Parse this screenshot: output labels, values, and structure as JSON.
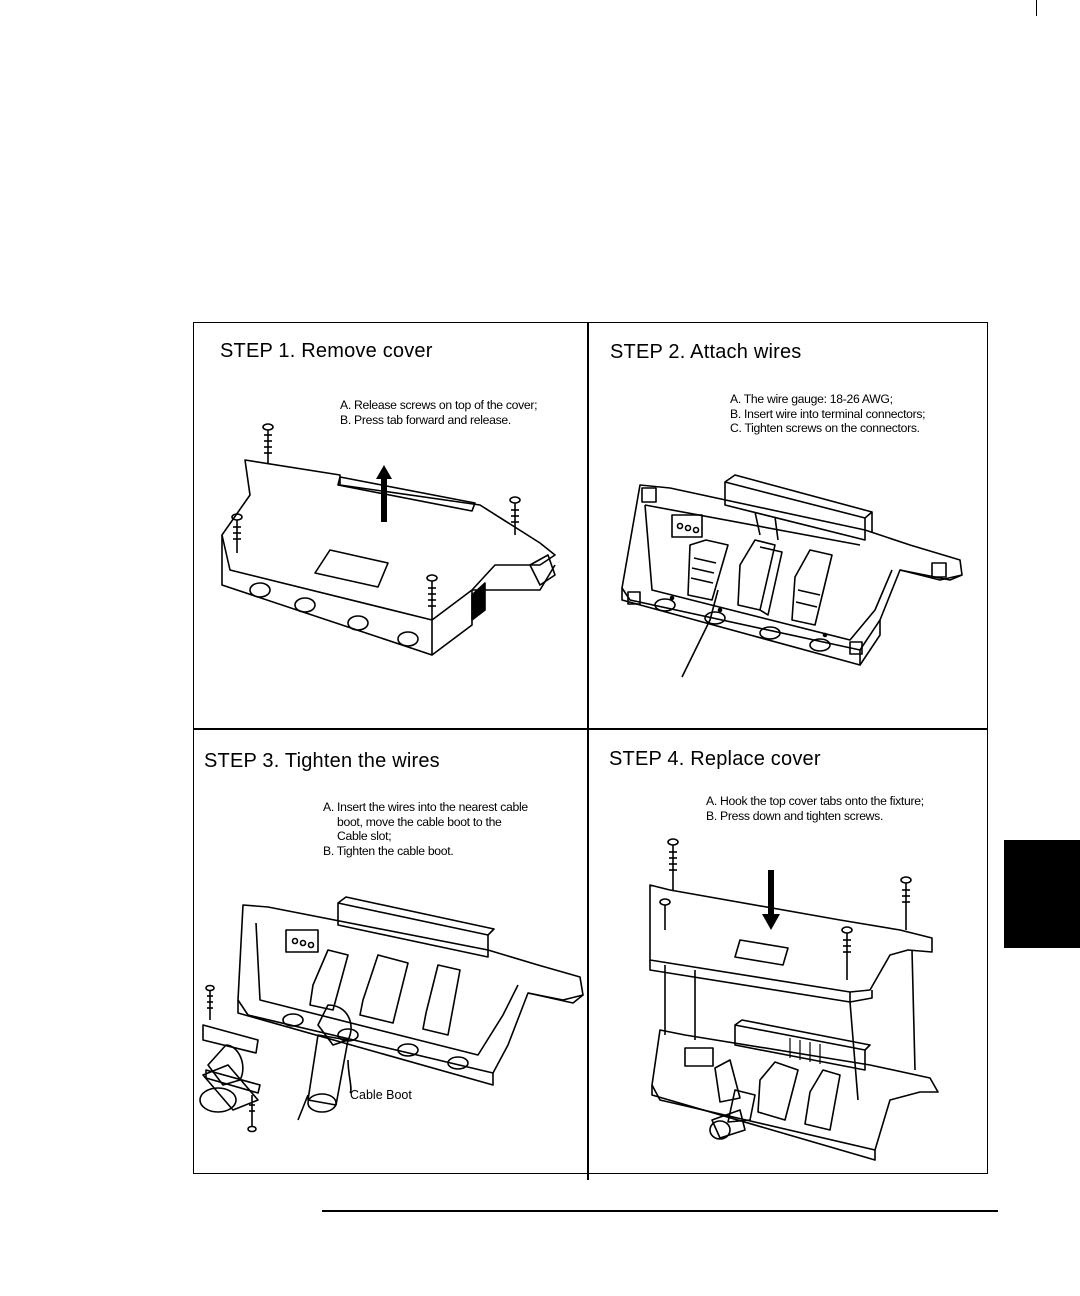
{
  "steps": [
    {
      "title": "STEP 1. Remove cover",
      "instructions": [
        "A. Release screws on top of the cover;",
        "B. Press tab forward and release."
      ]
    },
    {
      "title": "STEP 2. Attach wires",
      "instructions": [
        "A. The wire gauge: 18-26 AWG;",
        "B.  Insert wire into terminal connectors;",
        "C. Tighten screws on the connectors."
      ]
    },
    {
      "title": "STEP 3. Tighten the wires",
      "instructions": [
        "A. Insert the wires into the nearest cable",
        "    boot, move the cable boot to the",
        "    Cable slot;",
        "B. Tighten the cable boot."
      ],
      "callout": "Cable Boot"
    },
    {
      "title": "STEP 4. Replace cover",
      "instructions": [
        "A. Hook the top cover tabs onto the fixture;",
        "B.  Press down and tighten screws."
      ]
    }
  ]
}
